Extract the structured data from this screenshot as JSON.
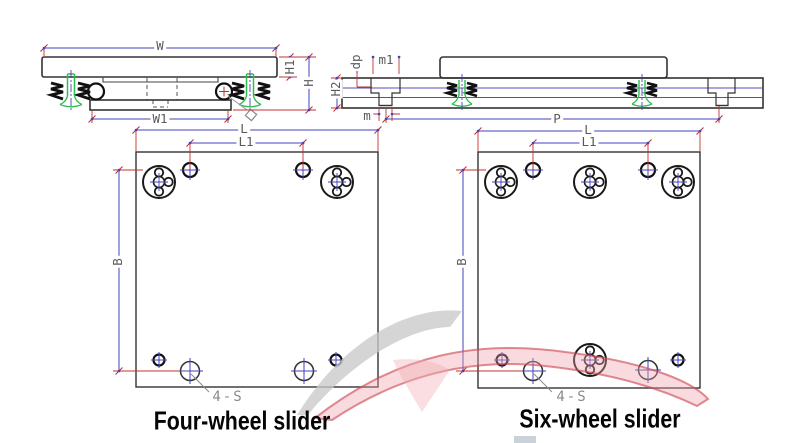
{
  "drawing": {
    "four_wheel": {
      "caption": "Four-wheel slider",
      "dims": {
        "W": "W",
        "W1": "W1",
        "H1": "H1",
        "H": "H",
        "L": "L",
        "L1": "L1",
        "B": "B",
        "holes": "4-S"
      }
    },
    "six_wheel": {
      "caption": "Six-wheel slider",
      "dims": {
        "P": "P",
        "H2": "H2",
        "m": "m",
        "m1": "m1",
        "dp": "dp",
        "L": "L",
        "L1": "L1",
        "B": "B",
        "holes": "4-S"
      }
    },
    "colors": {
      "outline": "#333333",
      "dimension_red": "#c23131",
      "extension_blue": "#4343bb",
      "bolt_green": "#2fbf4f",
      "label_gray": "#5a5a5a",
      "watermark_gray": "#c9c9c9",
      "watermark_red": "#cd4a55"
    }
  }
}
